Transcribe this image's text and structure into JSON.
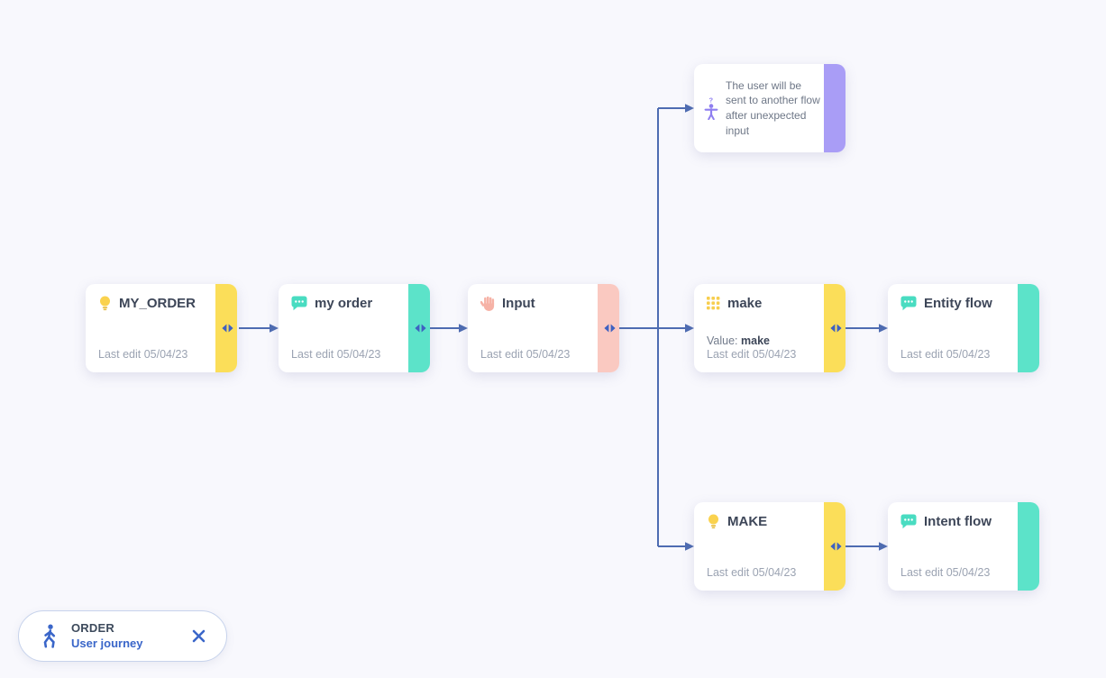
{
  "canvas": {
    "background_color": "#f8f8fd",
    "connector_color": "#4e6cb2"
  },
  "colors": {
    "accent_yellow": "#fbde59",
    "accent_teal": "#5ce3c9",
    "accent_salmon": "#fac9c1",
    "accent_purple": "#a99df6",
    "connector_blue": "#4e6cb2",
    "handle_blue": "#3e61c1",
    "title_text": "#3d4658",
    "muted_text": "#9ba3b2"
  },
  "nodes": [
    {
      "title": "MY_ORDER",
      "icon": "lightbulb-icon",
      "accent": "yellow",
      "last_edit": "Last edit 05/04/23"
    },
    {
      "title": "my order",
      "icon": "chat-bubble-icon",
      "accent": "teal",
      "last_edit": "Last edit 05/04/23"
    },
    {
      "title": "Input",
      "icon": "hand-icon",
      "accent": "salmon",
      "last_edit": "Last edit 05/04/23"
    },
    {
      "text": "The user will be sent to another flow after unexpected input",
      "icon": "user-question-icon",
      "accent": "purple"
    },
    {
      "title": "make",
      "icon": "grid-icon",
      "accent": "yellow",
      "value_label": "Value:",
      "value": "make",
      "last_edit": "Last edit 05/04/23"
    },
    {
      "title": "Entity flow",
      "icon": "chat-bubble-icon",
      "accent": "teal",
      "last_edit": "Last edit 05/04/23"
    },
    {
      "title": "MAKE",
      "icon": "lightbulb-icon",
      "accent": "yellow",
      "last_edit": "Last edit 05/04/23"
    },
    {
      "title": "Intent flow",
      "icon": "chat-bubble-icon",
      "accent": "teal",
      "last_edit": "Last edit 05/04/23"
    }
  ],
  "journey_pill": {
    "title": "ORDER",
    "subtitle": "User journey",
    "icon": "walking-person-icon",
    "close_icon": "close-x-icon"
  }
}
